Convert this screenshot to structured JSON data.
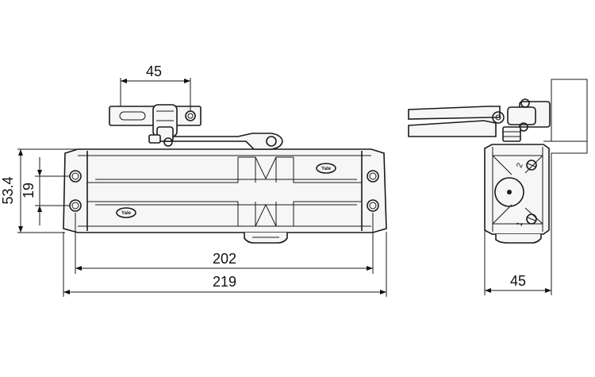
{
  "dimensions": {
    "arm_bracket_width": "45",
    "body_inner_length": "202",
    "body_overall_length": "219",
    "body_height": "53.4",
    "mount_hole_spacing": "19",
    "side_depth": "45"
  },
  "markings": {
    "valve_1": "1",
    "valve_2": "2",
    "logo_front": "Yale",
    "logo_back": "Yale"
  }
}
